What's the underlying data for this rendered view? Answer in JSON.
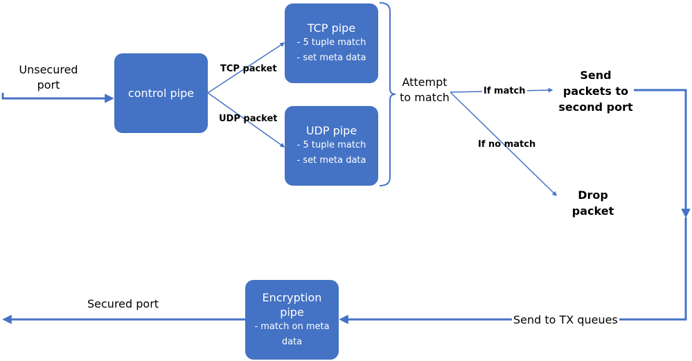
{
  "inputs": {
    "unsecured_port": [
      "Unsecured",
      "port"
    ],
    "secured_port": "Secured port"
  },
  "pipes": {
    "control": {
      "title": "control pipe"
    },
    "tcp": {
      "title": "TCP pipe",
      "lines": [
        "- 5 tuple match",
        "- set meta data"
      ]
    },
    "udp": {
      "title": "UDP pipe",
      "lines": [
        "- 5 tuple match",
        "- set meta data"
      ]
    },
    "encryption": {
      "title_lines": [
        "Encryption",
        "pipe"
      ],
      "lines": [
        "- match on meta",
        "data"
      ]
    }
  },
  "edges": {
    "tcp_packet": "TCP packet",
    "udp_packet": "UDP packet",
    "if_match": "If match",
    "if_no_match": "If no match",
    "send_tx": "Send to TX queues"
  },
  "decision": {
    "attempt": [
      "Attempt",
      "to match"
    ]
  },
  "outcomes": {
    "send": [
      "Send",
      "packets to",
      "second port"
    ],
    "drop": [
      "Drop",
      "packet"
    ]
  },
  "colors": {
    "box_fill": "#4472c4",
    "line": "#4472c4",
    "text_on_box": "#ffffff"
  }
}
